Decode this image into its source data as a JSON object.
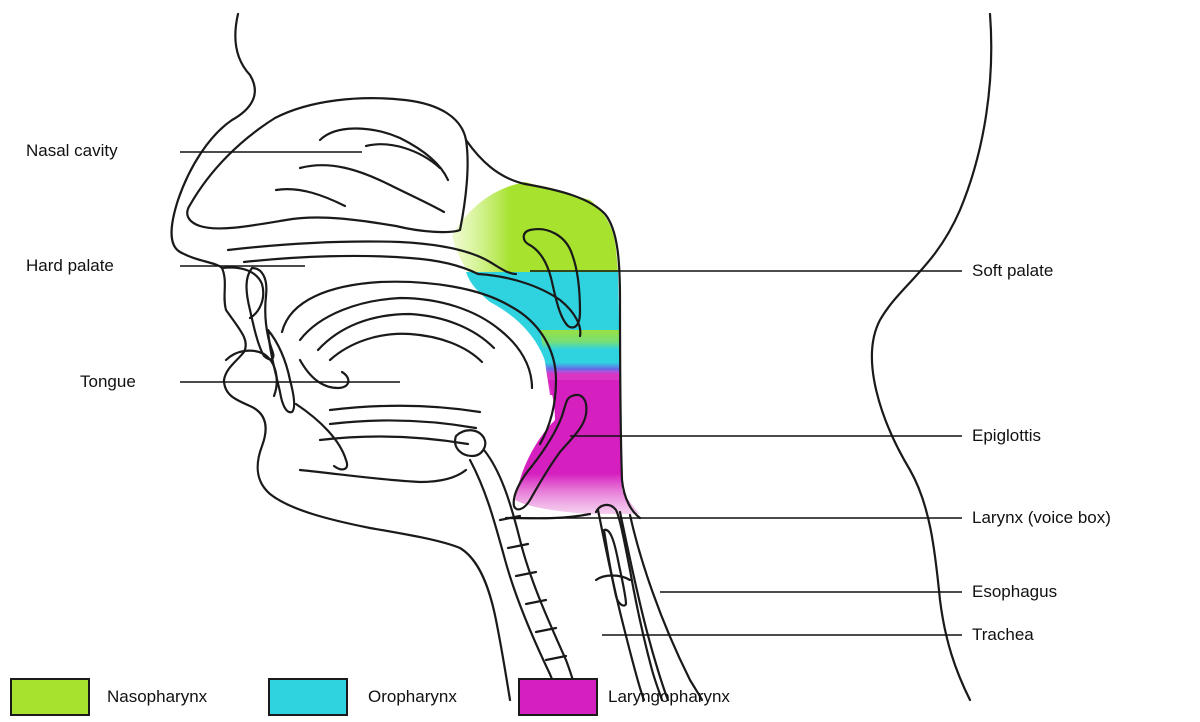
{
  "labels": {
    "nasal_cavity": "Nasal cavity",
    "hard_palate": "Hard palate",
    "tongue": "Tongue",
    "soft_palate": "Soft palate",
    "epiglottis": "Epiglottis",
    "larynx": "Larynx (voice box)",
    "esophagus": "Esophagus",
    "trachea": "Trachea"
  },
  "legend": [
    {
      "label": "Nasopharynx",
      "color": "#a6e22e"
    },
    {
      "label": "Oropharynx",
      "color": "#2fd3e0"
    },
    {
      "label": "Laryngopharynx",
      "color": "#d61fbf"
    }
  ],
  "colors": {
    "nasopharynx": "#a6e22e",
    "oropharynx": "#2fd3e0",
    "laryngopharynx": "#d61fbf",
    "line": "#1a1a1a",
    "leader": "#111111"
  }
}
